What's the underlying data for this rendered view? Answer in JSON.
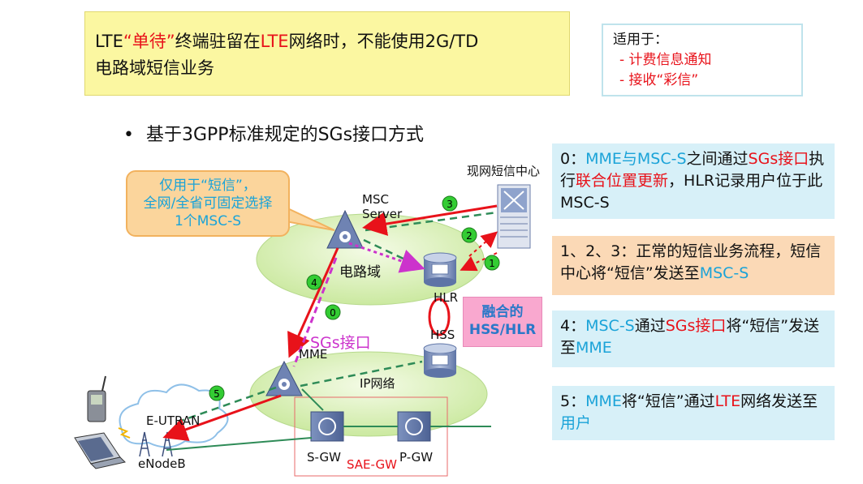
{
  "title": {
    "p1": "LTE",
    "p2": "“单待”",
    "p3": "终端驻留在",
    "p4": "LTE",
    "p5": "网络时，不能使用2G/TD",
    "p6": "电路域短信业务"
  },
  "applies": {
    "heading": "适用于：",
    "items": [
      "- 计费信息通知",
      "- 接收“彩信”"
    ]
  },
  "bullet": {
    "symbol": "•",
    "text": "基于3GPP标准规定的SGs接口方式"
  },
  "note": {
    "lines": [
      "仅用于“短信”，",
      "全网/全省可固定选择",
      "1个MSC-S"
    ]
  },
  "fusion": {
    "lines": [
      "融合的",
      "HSS/HLR"
    ]
  },
  "labels": {
    "smsc": "现网短信中心",
    "msc_server": [
      "MSC",
      "Server"
    ],
    "cs_domain": "电路域",
    "hlr": "HLR",
    "hss": "HSS",
    "mme": "MME",
    "sgs": "SGs接口",
    "ip_network": "IP网络",
    "eutran": "E-UTRAN",
    "enodeb": "eNodeB",
    "sgw": "S-GW",
    "pgw": "P-GW",
    "saegw": "SAE-GW"
  },
  "markers": [
    "0",
    "1",
    "2",
    "3",
    "4",
    "5"
  ],
  "steps": {
    "s0": {
      "a": "0：",
      "b": "MME与MSC-S",
      "c": "之间通过",
      "d": "SGs接口",
      "e": "执行",
      "f": "联合位置更新",
      "g": "，HLR记录用户位于此MSC-S"
    },
    "s1": {
      "a": "1、2、3：正常的短信业务流程，短信中心将“短信”发送至",
      "b": "MSC-S"
    },
    "s4": {
      "a": "4：",
      "b": "MSC-S",
      "c": "通过",
      "d": "SGs接口",
      "e": "将“短信”发送至",
      "f": "MME"
    },
    "s5": {
      "a": "5：",
      "b": "MME",
      "c": "将“短信”通过",
      "d": "LTE",
      "e": "网络发送至",
      "f": "用户"
    }
  },
  "colors": {
    "title_bg": "#fbf7a1",
    "highlight_red": "#e8121a",
    "highlight_cyan": "#1ba3d8",
    "step_blue_bg": "#d7f0f8",
    "step_orange_bg": "#fbd9b6",
    "cloud_green": "#d6f0b0",
    "sgs_magenta": "#cc33cc",
    "flow_red": "#e8121a",
    "signal_green": "#2e8b57"
  }
}
